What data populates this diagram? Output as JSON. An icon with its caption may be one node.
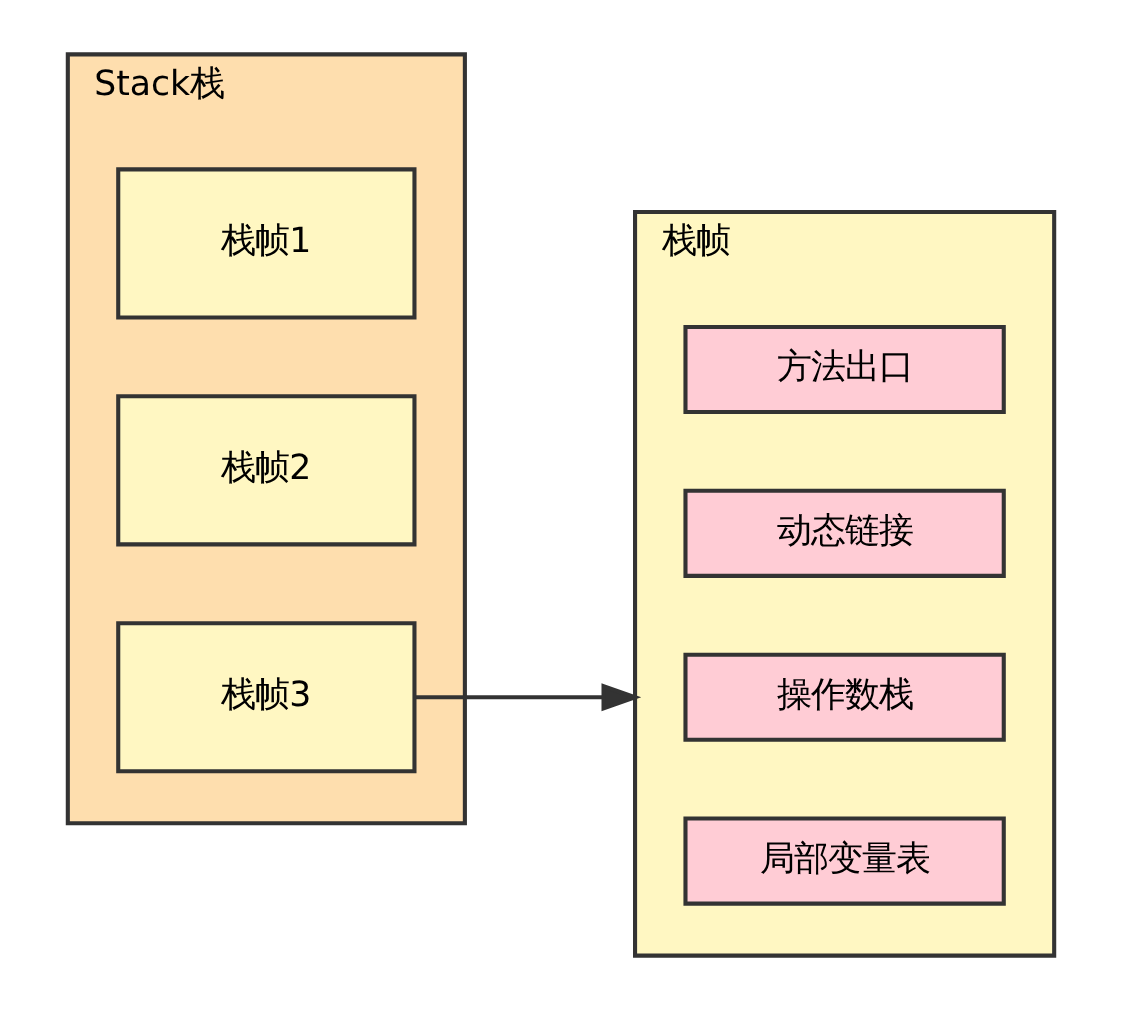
{
  "diagram": {
    "nodes": [
      {
        "text": [
          "Stack栈"
        ]
      },
      {
        "text": [
          "栈帧3"
        ],
        "in": 0
      },
      {
        "text": [
          "栈帧2"
        ],
        "in": 0
      },
      {
        "text": [
          "栈帧1"
        ],
        "in": 0
      },
      {
        "text": [
          "栈帧"
        ]
      },
      {
        "text": [
          "局部变量表"
        ],
        "in": 4
      },
      {
        "text": [
          "操作数栈"
        ],
        "in": 4
      },
      {
        "text": [
          "动态链接"
        ],
        "in": 4
      },
      {
        "text": [
          "方法出口"
        ],
        "in": 4
      }
    ],
    "edges": [
      {
        "from": 1,
        "to": 4,
        "arrow": "to"
      }
    ]
  }
}
